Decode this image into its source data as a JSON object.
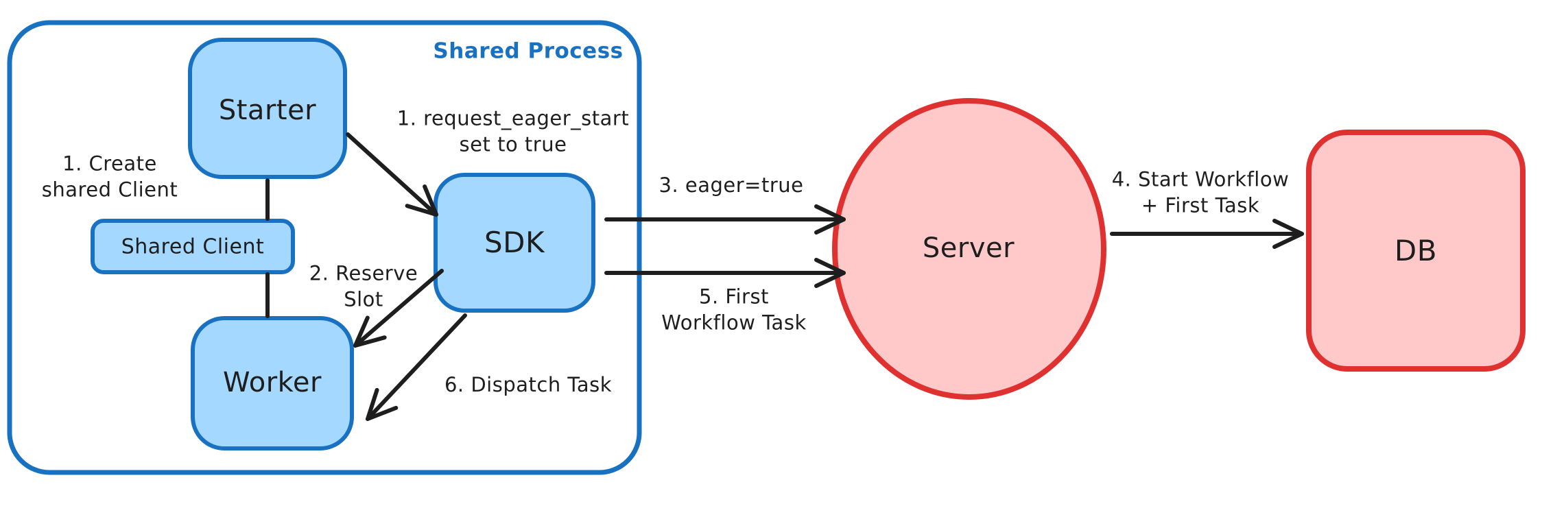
{
  "diagram": {
    "title": "Shared Process",
    "nodes": {
      "starter": "Starter",
      "shared_client": "Shared Client",
      "worker": "Worker",
      "sdk": "SDK",
      "server": "Server",
      "db": "DB"
    },
    "annotations": {
      "create_client": [
        "1. Create",
        "shared Client"
      ],
      "request_eager": [
        "1. request_eager_start",
        "set to true"
      ],
      "reserve_slot": [
        "2. Reserve",
        "Slot"
      ],
      "eager_true": [
        "3. eager=true"
      ],
      "start_workflow": [
        "4. Start Workflow",
        "+ First Task"
      ],
      "first_workflow_task": [
        "5. First",
        "Workflow Task"
      ],
      "dispatch_task": [
        "6. Dispatch Task"
      ]
    },
    "colors": {
      "blue_stroke": "#1971c2",
      "blue_fill": "#a5d8ff",
      "red_stroke": "#e03131",
      "red_fill": "#ffc9c9",
      "ink": "#1e1e1e"
    }
  }
}
